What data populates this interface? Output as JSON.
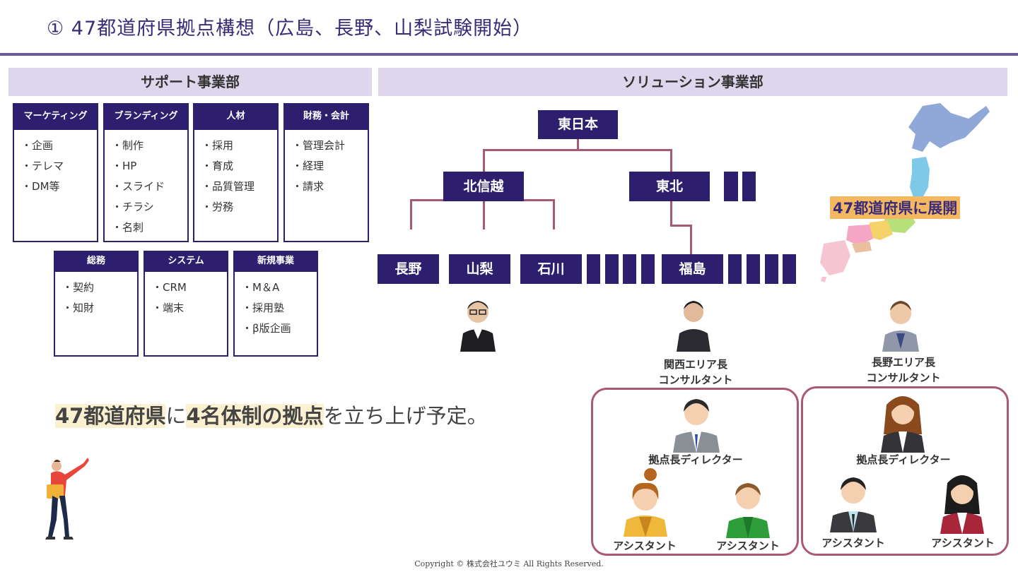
{
  "title": "① 47都道府県拠点構想（広島、長野、山梨試験開始）",
  "support": {
    "header": "サポート事業部",
    "depts": [
      {
        "name": "マーケティング",
        "items": [
          "企画",
          "テレマ",
          "DM等"
        ]
      },
      {
        "name": "ブランディング",
        "items": [
          "制作",
          "HP",
          "スライド",
          "チラシ",
          "名刺"
        ]
      },
      {
        "name": "人材",
        "items": [
          "採用",
          "育成",
          "品質管理",
          "労務"
        ]
      },
      {
        "name": "財務・会計",
        "items": [
          "管理会計",
          "経理",
          "請求"
        ]
      },
      {
        "name": "総務",
        "items": [
          "契約",
          "知財"
        ]
      },
      {
        "name": "システム",
        "items": [
          "CRM",
          "端末"
        ]
      },
      {
        "name": "新規事業",
        "items": [
          "M＆A",
          "採用塾",
          "β版企画"
        ]
      }
    ]
  },
  "solution": {
    "header": "ソリューション事業部",
    "root": "東日本",
    "regions": [
      "北信越",
      "東北"
    ],
    "prefectures": [
      "長野",
      "山梨",
      "石川",
      "福島"
    ],
    "map_label": "47都道府県に展開",
    "person_titles": [
      {
        "line1": "関西エリア長",
        "line2": "コンサルタント"
      },
      {
        "line1": "長野エリア長",
        "line2": "コンサルタント"
      }
    ],
    "teams": [
      {
        "director": "拠点長ディレクター",
        "assistants": [
          "アシスタント",
          "アシスタント"
        ]
      },
      {
        "director": "拠点長ディレクター",
        "assistants": [
          "アシスタント",
          "アシスタント"
        ]
      }
    ]
  },
  "statement": {
    "hl1": "47都道府県",
    "mid": "に",
    "hl2": "4名体制の拠点",
    "tail": "を立ち上げ予定。"
  },
  "copyright": "Copyright © 株式会社ユウミ All Rights Reserved.",
  "colors": {
    "navy": "#2e1f6e",
    "lavender": "#ddd6ec",
    "connector": "#a85a72",
    "highlight": "#fbf0cf",
    "map_label_bg": "#f4b860"
  }
}
